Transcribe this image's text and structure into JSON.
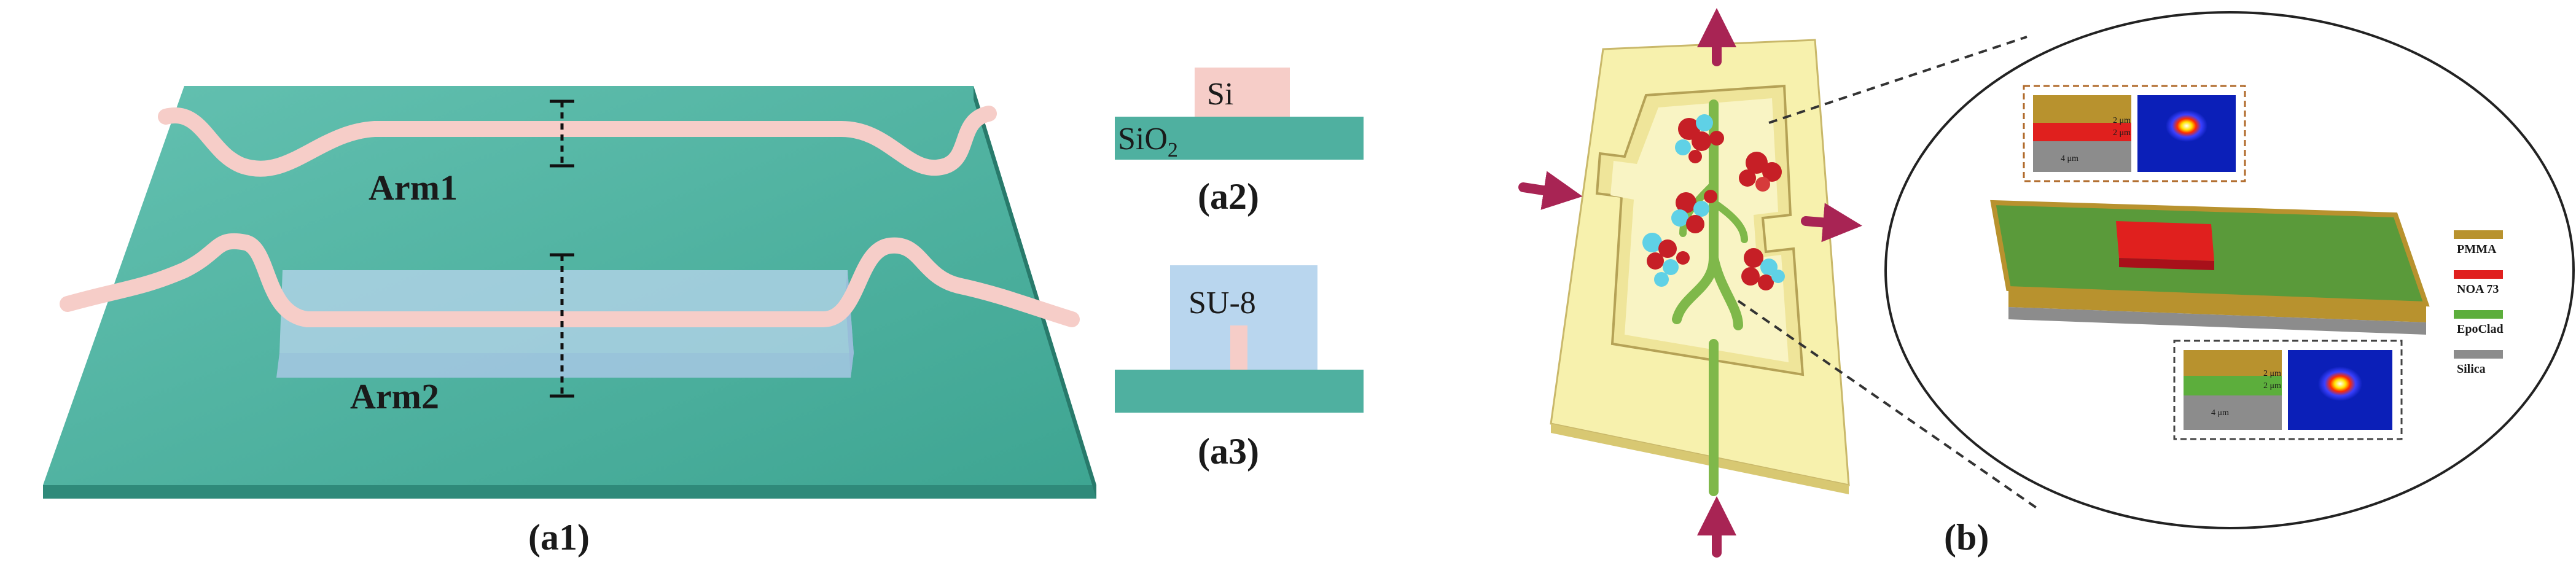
{
  "panel_a1": {
    "arm1_label": "Arm1",
    "arm2_label": "Arm2",
    "caption": "(a1)"
  },
  "panel_a2": {
    "core_label": "Si",
    "substrate_label": "SiO",
    "substrate_subscript": "2",
    "caption": "(a2)"
  },
  "panel_a3": {
    "cladding_label": "SU-8",
    "caption": "(a3)"
  },
  "panel_b": {
    "caption": "(b)",
    "legend": [
      {
        "label": "PMMA",
        "color": "#b8922e"
      },
      {
        "label": "NOA 73",
        "color": "#e0201e"
      },
      {
        "label": "EpoClad",
        "color": "#5cae3c"
      },
      {
        "label": "Silica",
        "color": "#8c8c8c"
      }
    ],
    "inset_top_dims": {
      "h1": "2 μm",
      "h2": "2 μm",
      "w": "4 μm"
    },
    "inset_bottom_dims": {
      "h1": "2 μm",
      "h2": "2 μm",
      "w": "4 μm"
    }
  },
  "colors": {
    "substrate": "#4fb0a0",
    "waveguide": "#f6cdc8",
    "su8": "#b9d6ee",
    "chip": "#f6f0a8",
    "arrow": "#a82454"
  }
}
